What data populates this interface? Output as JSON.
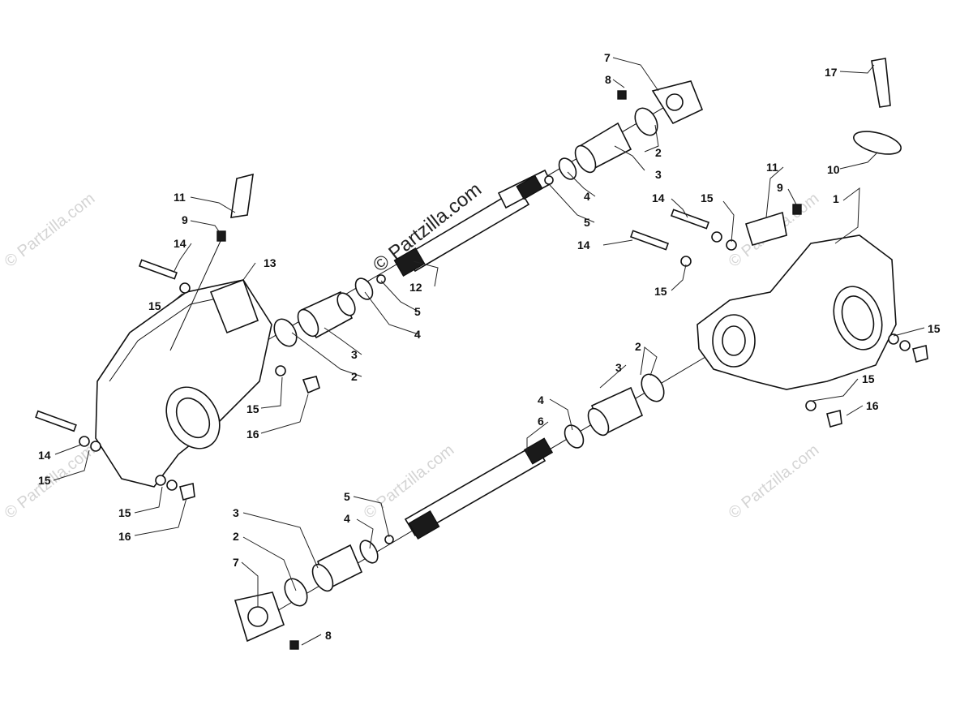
{
  "watermark": {
    "text": "© Partzilla.com"
  },
  "callouts": {
    "c1": "1",
    "c2a": "2",
    "c2b": "2",
    "c2c": "2",
    "c2d": "2",
    "c3a": "3",
    "c3b": "3",
    "c3c": "3",
    "c3d": "3",
    "c4a": "4",
    "c4b": "4",
    "c4c": "4",
    "c4d": "4",
    "c5a": "5",
    "c5b": "5",
    "c5c": "5",
    "c6": "6",
    "c7a": "7",
    "c7b": "7",
    "c8a": "8",
    "c8b": "8",
    "c9a": "9",
    "c9b": "9",
    "c10": "10",
    "c11a": "11",
    "c11b": "11",
    "c12": "12",
    "c13": "13",
    "c14a": "14",
    "c14b": "14",
    "c14c": "14",
    "c14d": "14",
    "c15a": "15",
    "c15b": "15",
    "c15c": "15",
    "c15d": "15",
    "c15e": "15",
    "c15f": "15",
    "c15g": "15",
    "c15h": "15",
    "c16a": "16",
    "c16b": "16",
    "c16c": "16"
  }
}
